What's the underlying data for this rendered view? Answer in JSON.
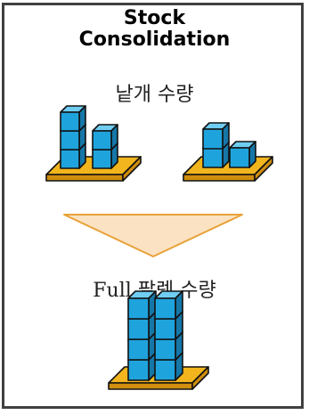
{
  "title": {
    "line1": "Stock",
    "line2": "Consolidation"
  },
  "labels": {
    "partial_quantity": "낱개 수량",
    "full_pallet_quantity": "Full 팔렛 수량"
  },
  "colors": {
    "cube_front": "#1fa3dc",
    "cube_top": "#6fcdf2",
    "cube_side": "#1577a8",
    "cube_edge": "#111111",
    "pallet_top": "#f2b51d",
    "pallet_side": "#d08e0e",
    "arrow_fill": "#fbe2c2",
    "arrow_stroke": "#e8a23a",
    "frame_border": "#404040"
  },
  "icons": {
    "arrow": "down-triangle-arrow",
    "stack": "cube-stack-on-pallet"
  }
}
